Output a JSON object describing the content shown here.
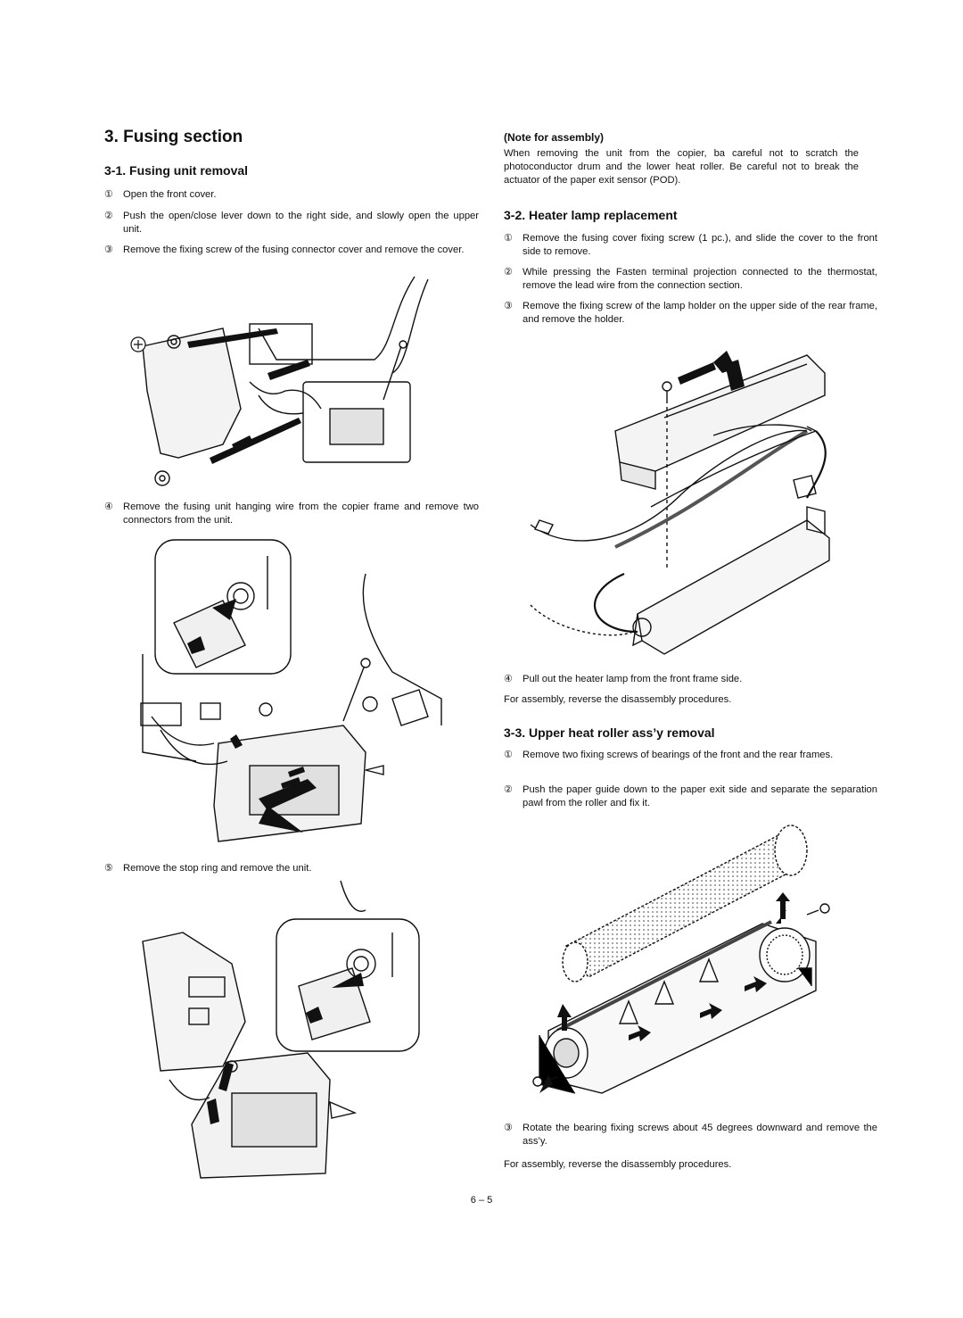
{
  "title": "3. Fusing section",
  "left": {
    "heading": "3-1. Fusing unit removal",
    "steps": [
      {
        "num": "①",
        "text": "Open the front cover."
      },
      {
        "num": "②",
        "text": "Push the open/close lever down to the right side, and slowly open the upper unit."
      },
      {
        "num": "③",
        "text": "Remove the fixing screw of the fusing connector cover and remove the cover."
      },
      {
        "num": "④",
        "text": "Remove the fusing unit hanging wire from the copier frame and remove two connectors from the unit."
      },
      {
        "num": "⑤",
        "text": "Remove the stop ring and remove the unit."
      }
    ]
  },
  "right": {
    "note_heading": "(Note for assembly)",
    "note_text": "When removing the unit from the copier, ba careful not to scratch the photoconductor drum and the lower heat roller. Be careful not to break the actuator of the paper exit sensor (POD).",
    "heater": {
      "heading": "3-2. Heater lamp replacement",
      "steps": [
        {
          "num": "①",
          "text": "Remove the fusing cover fixing screw (1 pc.), and slide the cover to the front side to remove."
        },
        {
          "num": "②",
          "text": "While pressing the Fasten terminal projection connected to the thermostat, remove the lead wire from the connection section."
        },
        {
          "num": "③",
          "text": "Remove the fixing screw of the lamp holder on the upper side of the rear frame, and remove the holder."
        },
        {
          "num": "④",
          "text": "Pull out the heater lamp from the front frame side."
        }
      ],
      "after": "For assembly, reverse the disassembly procedures."
    },
    "roller": {
      "heading": "3-3. Upper heat roller ass’y removal",
      "steps": [
        {
          "num": "①",
          "text": "Remove two fixing screws of bearings of the front and the rear frames."
        },
        {
          "num": "②",
          "text": "Push the paper guide down to the paper exit side and separate the separation pawl from the roller and fix it."
        },
        {
          "num": "③",
          "text": "Rotate the bearing fixing screws about 45 degrees downward and remove the ass’y."
        }
      ],
      "after": "For assembly, reverse the disassembly procedures."
    }
  },
  "page_number": "6 – 5"
}
